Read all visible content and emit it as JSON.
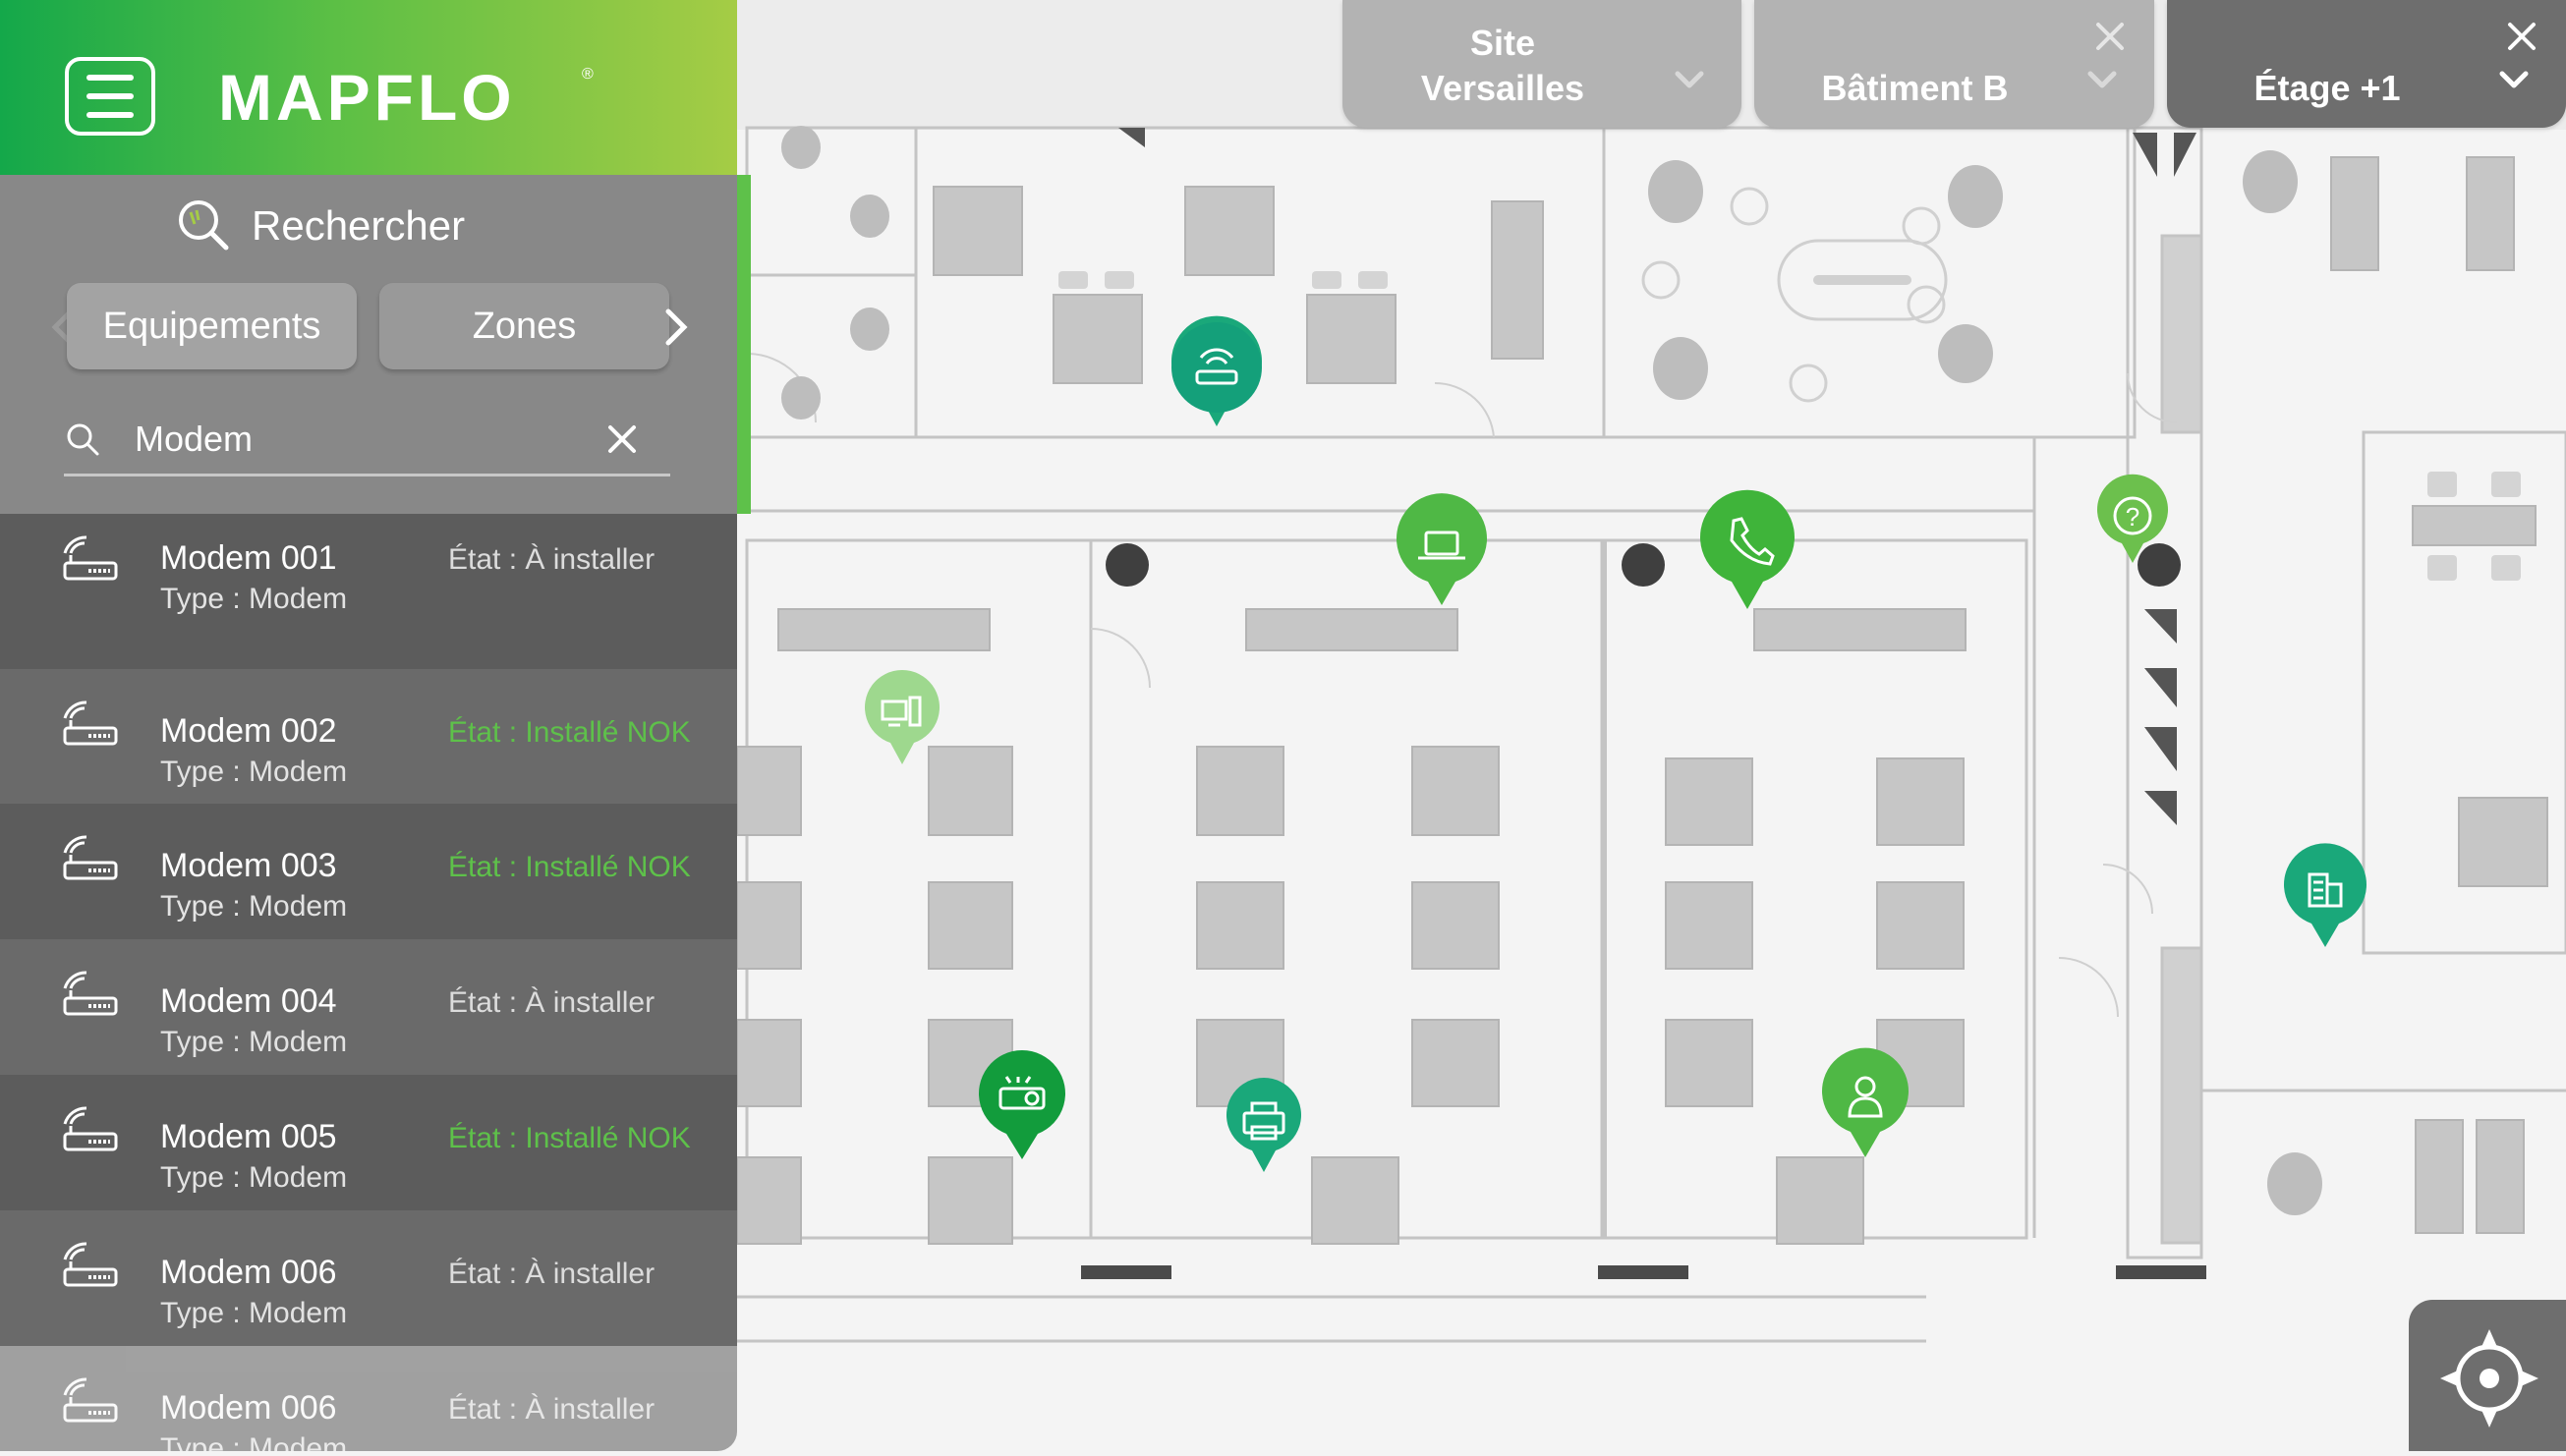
{
  "app": {
    "logo_text": "MAPFLO",
    "logo_mark": "®"
  },
  "selectors": {
    "site": {
      "line1": "Site",
      "line2": "Versailles"
    },
    "building": {
      "label": "Bâtiment B"
    },
    "floor": {
      "label": "Étage +1"
    }
  },
  "search": {
    "title": "Rechercher",
    "tabs": [
      {
        "label": "Equipements"
      },
      {
        "label": "Zones"
      }
    ],
    "query": "Modem"
  },
  "results": [
    {
      "name": "Modem 001",
      "type": "Type : Modem",
      "state": "État : À installer",
      "status": "todo"
    },
    {
      "name": "Modem 002",
      "type": "Type : Modem",
      "state": "État : Installé NOK",
      "status": "nok"
    },
    {
      "name": "Modem 003",
      "type": "Type : Modem",
      "state": "État : Installé NOK",
      "status": "nok"
    },
    {
      "name": "Modem 004",
      "type": "Type : Modem",
      "state": "État : À installer",
      "status": "todo"
    },
    {
      "name": "Modem 005",
      "type": "Type : Modem",
      "state": "État : Installé NOK",
      "status": "nok"
    },
    {
      "name": "Modem 006",
      "type": "Type : Modem",
      "state": "État : À installer",
      "status": "todo"
    },
    {
      "name": "Modem 006",
      "type": "Type : Modem",
      "state": "État : À installer",
      "status": "todo"
    }
  ],
  "colors": {
    "brand_start": "#14a84a",
    "brand_end": "#a5cc45",
    "status_nok": "#5ec14a",
    "status_todo": "#dcdcdc",
    "pin_dark": "#129c3c",
    "pin_mid": "#4fb845",
    "pin_light": "#9ed88e",
    "pin_teal": "#1aa87a"
  },
  "map_pins": [
    {
      "name": "modem-pin",
      "icon": "router-icon"
    },
    {
      "name": "laptop-pin",
      "icon": "laptop-icon"
    },
    {
      "name": "phone-pin",
      "icon": "phone-icon"
    },
    {
      "name": "help-pin",
      "icon": "question-icon"
    },
    {
      "name": "computer-pin",
      "icon": "desktop-computer-icon"
    },
    {
      "name": "building-pin",
      "icon": "building-icon"
    },
    {
      "name": "projector-pin",
      "icon": "projector-icon"
    },
    {
      "name": "printer-pin",
      "icon": "printer-icon"
    },
    {
      "name": "person-pin",
      "icon": "person-icon"
    }
  ]
}
